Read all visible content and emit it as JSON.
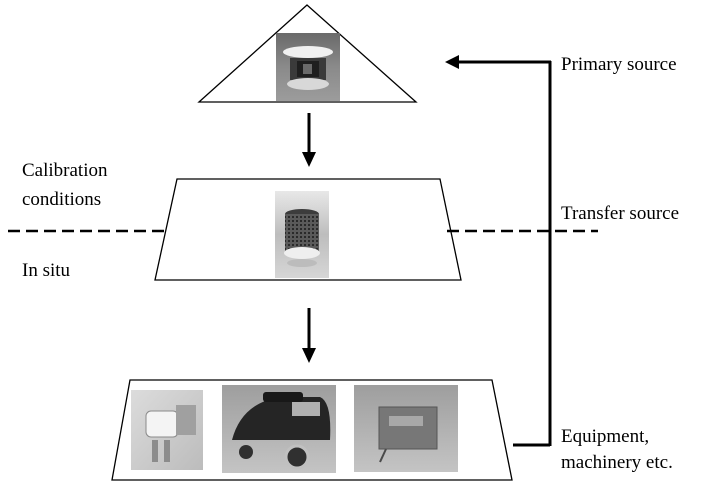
{
  "labels": {
    "primary_source": "Primary source",
    "transfer_source": "Transfer source",
    "equipment_line1": "Equipment,",
    "equipment_line2": "machinery etc.",
    "calibration_line1": "Calibration",
    "calibration_line2": "conditions",
    "in_situ": "In situ"
  },
  "pictures": [
    {
      "id": "primary-source-photo",
      "depicts": "reference sound source device"
    },
    {
      "id": "transfer-source-photo",
      "depicts": "cylindrical grille sound source"
    },
    {
      "id": "machine-photo-1",
      "depicts": "small motor/fan unit"
    },
    {
      "id": "machine-photo-2",
      "depicts": "vacuum cleaner"
    },
    {
      "id": "machine-photo-3",
      "depicts": "grey box machine on floor"
    }
  ]
}
